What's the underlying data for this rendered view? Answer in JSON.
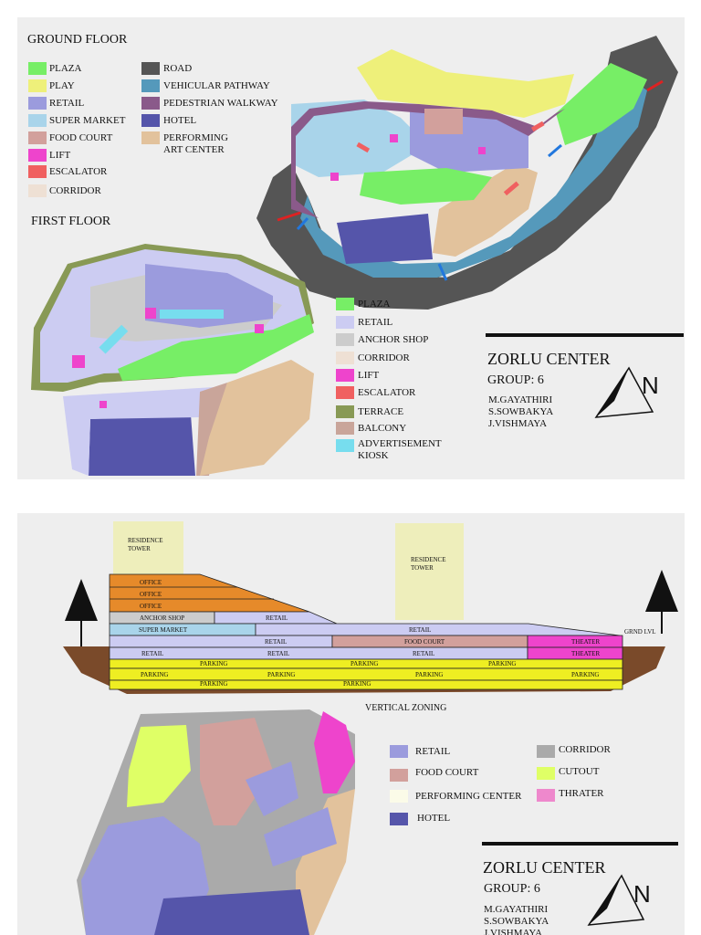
{
  "sheet1": {
    "ground_title": "GROUND FLOOR",
    "first_title": "FIRST FLOOR",
    "ground_legend": [
      {
        "label": "PLAZA",
        "color": "#77ee66"
      },
      {
        "label": "PLAY",
        "color": "#eef07a"
      },
      {
        "label": "RETAIL",
        "color": "#9b9bdd"
      },
      {
        "label": "SUPER MARKET",
        "color": "#a9d4ea"
      },
      {
        "label": "FOOD COURT",
        "color": "#d2a09c"
      },
      {
        "label": "LIFT",
        "color": "#ee44cc"
      },
      {
        "label": "ESCALATOR",
        "color": "#f06060"
      },
      {
        "label": "CORRIDOR",
        "color": "#eee0d4"
      },
      {
        "label": "ROAD",
        "color": "#555555"
      },
      {
        "label": "VEHICULAR PATHWAY",
        "color": "#5599bb"
      },
      {
        "label": "PEDESTRIAN WALKWAY",
        "color": "#8a5a8a"
      },
      {
        "label": "HOTEL",
        "color": "#5555aa"
      },
      {
        "label": "PERFORMING\nART CENTER",
        "color": "#e2c29c"
      }
    ],
    "first_legend": [
      {
        "label": "PLAZA",
        "color": "#77ee66"
      },
      {
        "label": "RETAIL",
        "color": "#ccccf2"
      },
      {
        "label": "ANCHOR SHOP",
        "color": "#cccccc"
      },
      {
        "label": "CORRIDOR",
        "color": "#eee0d4"
      },
      {
        "label": "LIFT",
        "color": "#ee44cc"
      },
      {
        "label": "ESCALATOR",
        "color": "#f06060"
      },
      {
        "label": "TERRACE",
        "color": "#889955"
      },
      {
        "label": "BALCONY",
        "color": "#c9a59a"
      },
      {
        "label": "ADVERTISEMENT\nKIOSK",
        "color": "#77ddee"
      }
    ],
    "project": "ZORLU CENTER",
    "group": "GROUP: 6",
    "members": "M.GAYATHIRI\nS.SOWBAKYA\nJ.VISHMAYA",
    "north": "N"
  },
  "sheet2": {
    "section_caption": "VERTICAL ZONING",
    "grnd_lvl": "GRND LVL",
    "towers": [
      "RESIDENCE\nTOWER",
      "RESIDENCE\nTOWER"
    ],
    "bands": {
      "office": [
        "OFFICE",
        "OFFICE",
        "OFFICE"
      ],
      "anchor": "ANCHOR SHOP",
      "retail_top": "RETAIL",
      "super": "SUPER MARKET",
      "retail_mid": "RETAIL",
      "r1": [
        "RETAIL",
        "FOOD COURT",
        "THEATER"
      ],
      "r2": [
        "RETAIL",
        "RETAIL",
        "RETAIL",
        "THEATER"
      ],
      "p1": [
        "PARKING",
        "PARKING",
        "PARKING"
      ],
      "p2": [
        "PARKING",
        "PARKING",
        "PARKING",
        "PARKING"
      ],
      "p3": [
        "PARKING",
        "PARKING"
      ]
    },
    "legend": [
      {
        "label": "RETAIL",
        "color": "#9b9bdd"
      },
      {
        "label": "FOOD COURT",
        "color": "#d2a09c"
      },
      {
        "label": "PERFORMING CENTER",
        "color": "#fbfbe8"
      },
      {
        "label": "HOTEL",
        "color": "#5555aa"
      },
      {
        "label": "CORRIDOR",
        "color": "#aaaaaa"
      },
      {
        "label": "CUTOUT",
        "color": "#dfff66"
      },
      {
        "label": "THRATER",
        "color": "#ee88cc"
      }
    ],
    "project": "ZORLU CENTER",
    "group": "GROUP: 6",
    "members": "M.GAYATHIRI\nS.SOWBAKYA\nJ.VISHMAYA",
    "north": "N"
  }
}
